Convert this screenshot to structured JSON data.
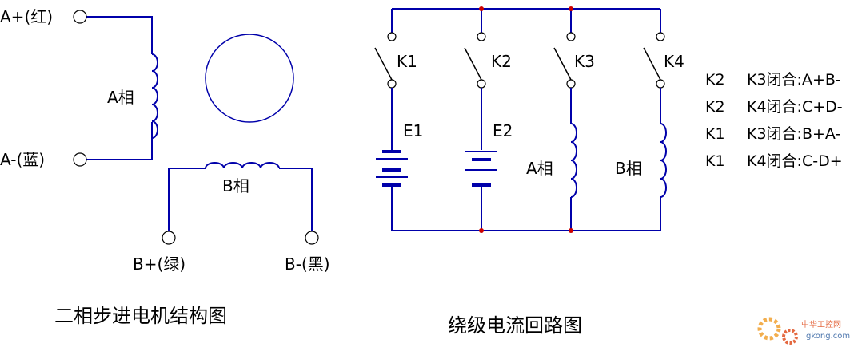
{
  "motor": {
    "terminal_a_plus": "A+(红)",
    "terminal_a_minus": "A-(蓝)",
    "phase_a": "A相",
    "phase_b": "B相",
    "terminal_b_plus": "B+(绿)",
    "terminal_b_minus": "B-(黑)",
    "caption": "二相步进电机结构图"
  },
  "circuit": {
    "switches": [
      "K1",
      "K2",
      "K3",
      "K4"
    ],
    "sources": [
      "E1",
      "E2"
    ],
    "coil_a": "A相",
    "coil_b": "B相",
    "caption": "绕级电流回路图"
  },
  "truth_table": [
    {
      "switch_a": "K2",
      "switch_b": "K3闭合:A+B-"
    },
    {
      "switch_a": "K2",
      "switch_b": "K4闭合:C+D-"
    },
    {
      "switch_a": "K1",
      "switch_b": "K3闭合:B+A-"
    },
    {
      "switch_a": "K1",
      "switch_b": "K4闭合:C-D+"
    }
  ],
  "watermark": {
    "brand": "中华工控网",
    "url": "gkong.com"
  },
  "colors": {
    "wire": "#0000aa",
    "junction": "#cc0000",
    "text": "#000000",
    "watermark_orange": "#f0a030",
    "watermark_red": "#e05020"
  }
}
